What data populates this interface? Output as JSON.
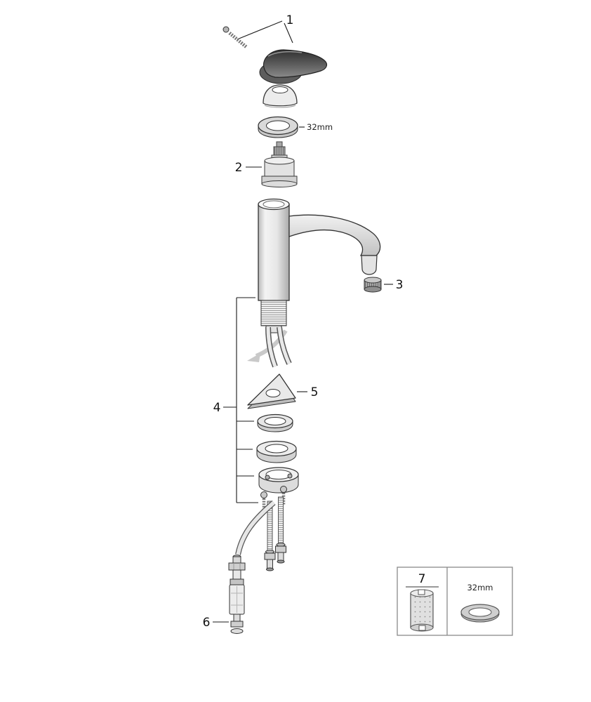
{
  "callouts": {
    "part1": "1",
    "part2": "2",
    "part3": "3",
    "part4": "4",
    "part5": "5",
    "part6": "6",
    "part7": "7"
  },
  "annotations": {
    "ring_nut_size": "32mm",
    "box_ring_size": "32mm"
  },
  "colors": {
    "outline": "#333333",
    "leader_line": "#1a1a1a",
    "part_light": "#ececec",
    "part_mid": "#c9c9c9",
    "handle_dark": "#4a4a4a",
    "box_border": "#8a8a8a",
    "background": "#ffffff"
  }
}
